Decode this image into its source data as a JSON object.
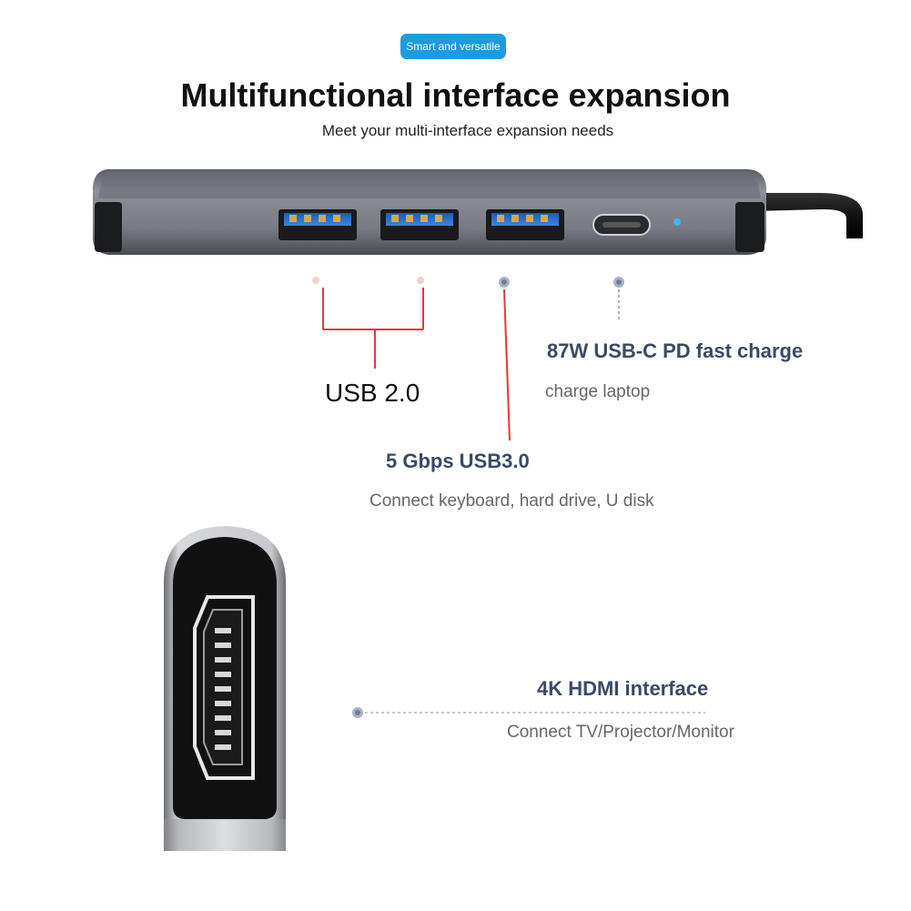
{
  "header": {
    "badge": "Smart and versatile",
    "title": "Multifunctional interface expansion",
    "subtitle": "Meet your multi-interface expansion needs"
  },
  "callouts": {
    "usb2": {
      "title": "USB 2.0"
    },
    "usb3": {
      "title": "5 Gbps USB3.0",
      "desc": "Connect keyboard, hard drive, U disk"
    },
    "usbc": {
      "title": "87W USB-C PD fast charge",
      "desc": "charge laptop"
    },
    "hdmi": {
      "title": "4K HDMI interface",
      "desc": "Connect TV/Projector/Monitor"
    }
  },
  "colors": {
    "badge": "#1d9be2",
    "callout_title": "#3a4a66",
    "leader_red": "#e53935",
    "port_blue": "#2a6fcc"
  }
}
